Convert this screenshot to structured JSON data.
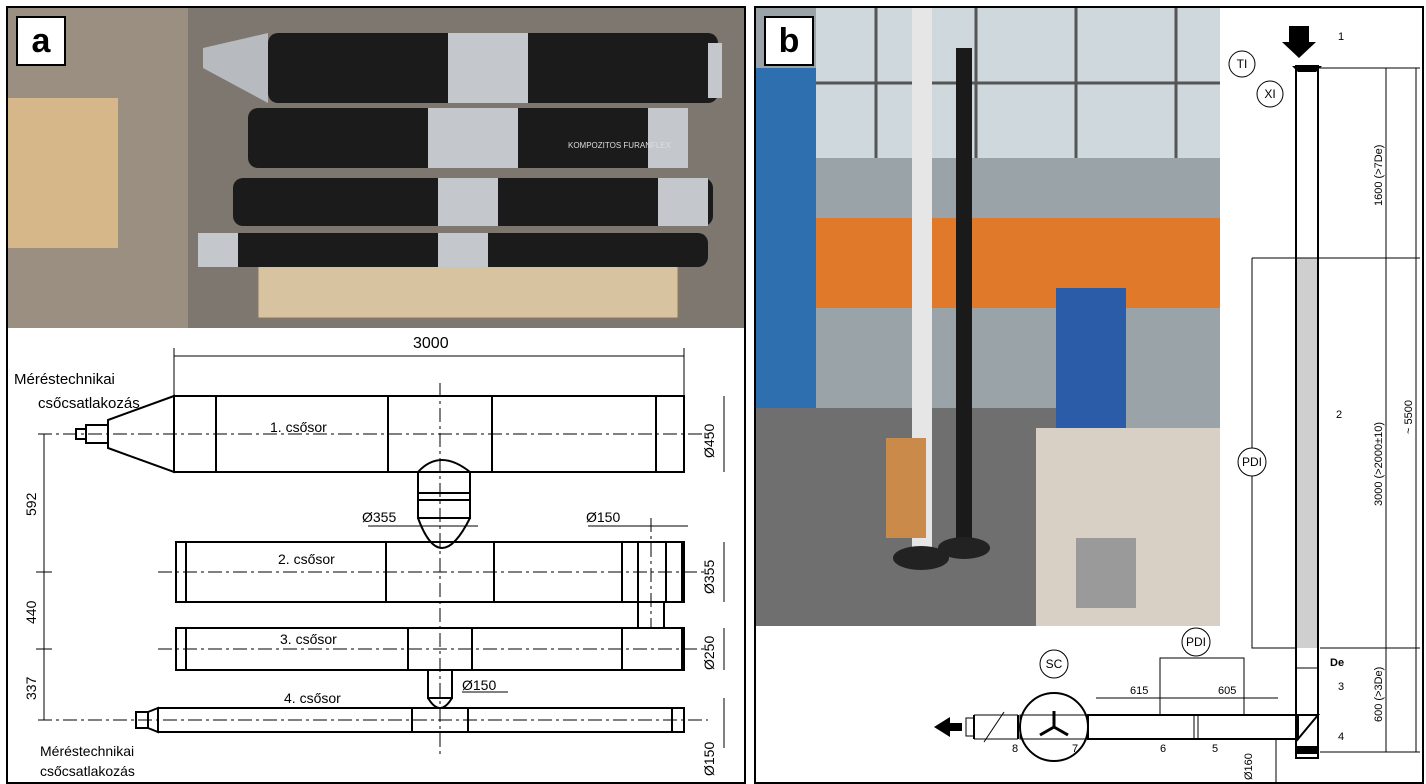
{
  "panel_a": {
    "label": "a",
    "photo_label": "KOMPOZITOS FURANFLEX",
    "drawing": {
      "top_dim": "3000",
      "conn_top": [
        "Méréstechnikai",
        "csőcsatlakozás"
      ],
      "conn_bottom": [
        "Méréstechnikai",
        "csőcsatlakozás"
      ],
      "rows": [
        "1. csősor",
        "2. csősor",
        "3. csősor",
        "4. csősor"
      ],
      "diameters": [
        "Ø450",
        "Ø355",
        "Ø250",
        "Ø150"
      ],
      "tee_dims": [
        "Ø355",
        "Ø150",
        "Ø150"
      ],
      "spacings": [
        "592",
        "440",
        "337"
      ]
    }
  },
  "panel_b": {
    "label": "b",
    "diagram": {
      "tags": [
        "TI",
        "XI",
        "PDI",
        "PDI",
        "SC"
      ],
      "numbers": [
        "1",
        "2",
        "3",
        "4",
        "5",
        "6",
        "7",
        "8"
      ],
      "vert_dims": [
        "1600 (>7De)",
        "3000 (>2000±10)",
        "600 (>3De)",
        "~ 5500"
      ],
      "horiz_dims": [
        "615",
        "605"
      ],
      "de_label": "De",
      "d160": "Ø160"
    }
  }
}
